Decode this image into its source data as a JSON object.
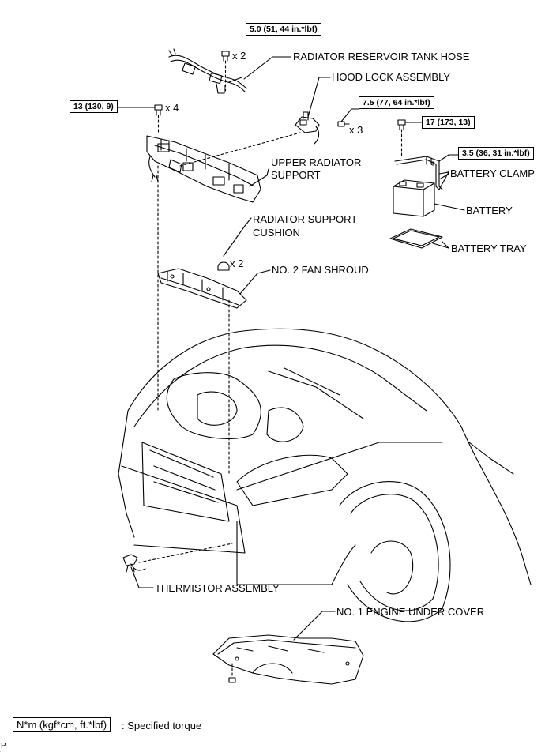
{
  "labels": {
    "radiator_reservoir_tank_hose": "RADIATOR RESERVOIR TANK HOSE",
    "hood_lock_assembly": "HOOD LOCK ASSEMBLY",
    "upper_radiator_support_1": "UPPER RADIATOR",
    "upper_radiator_support_2": "SUPPORT",
    "battery_clamp": "BATTERY CLAMP",
    "battery": "BATTERY",
    "battery_tray": "BATTERY TRAY",
    "radiator_support_cushion_1": "RADIATOR SUPPORT",
    "radiator_support_cushion_2": "CUSHION",
    "no2_fan_shroud": "NO. 2 FAN SHROUD",
    "thermistor_assembly": "THERMISTOR ASSEMBLY",
    "no1_engine_under_cover": "NO. 1 ENGINE UNDER COVER"
  },
  "torques": {
    "hose_bolt": "5.0 (51, 44 in.*lbf)",
    "support_bolt": "13 (130, 9)",
    "hood_lock_bolt": "7.5 (77, 64 in.*lbf)",
    "clamp_bolt": "17 (173, 13)",
    "clamp_nut": "3.5 (36, 31 in.*lbf)"
  },
  "quantities": {
    "hose_bolt": "x 2",
    "support_bolt": "x 4",
    "hood_lock_bolt": "x 3",
    "cushion": "x 2"
  },
  "legend": {
    "box": "N*m (kgf*cm, ft.*lbf)",
    "text": ": Specified torque"
  },
  "corner_mark": "P"
}
